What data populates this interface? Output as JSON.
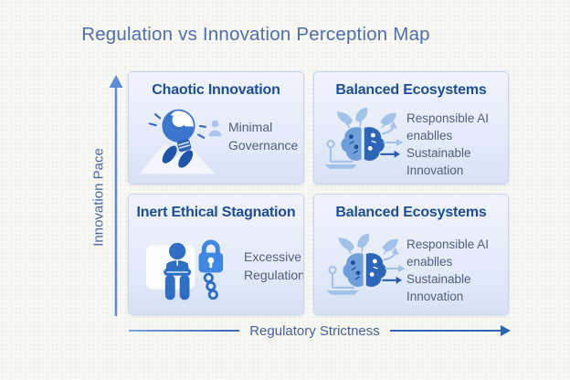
{
  "title": "Regulation vs Innovation Perception Map",
  "axes": {
    "y_label": "Innovation Pace",
    "y_arrow": "up-arrow-icon",
    "x_label": "Regulatory Strictness",
    "x_arrow": "right-arrow-icon"
  },
  "quadrants": [
    {
      "position": "top-left",
      "heading": "Chaotic Innovation",
      "icon": "rocket-lightbulb-icon",
      "caption_icon": "person-icon",
      "caption": "Minimal\nGovernance"
    },
    {
      "position": "top-right",
      "heading": "Balanced Ecosystems",
      "icon": "ai-brain-icon",
      "caption": "Responsible AI\nenablles\nSustainable\nInnovation"
    },
    {
      "position": "bottom-left",
      "heading": "Inert Ethical Stagnation",
      "icon": "locked-person-icon",
      "caption": "Excessive\nRegulation"
    },
    {
      "position": "bottom-right",
      "heading": "Balanced Ecosystems",
      "icon": "ai-brain-icon",
      "caption": "Responsible AI\nenablles\nSustainable\nInnovation"
    }
  ],
  "colors": {
    "background": "#f7f7f4",
    "title_text": "#4f6fa8",
    "heading_text": "#1d4e95",
    "body_text": "#4e6080",
    "axis_blue": "#2f63b4",
    "card_border": "#c8d7f0",
    "card_bg_top": "#eff3fc",
    "card_bg_bottom": "#d6e2f4",
    "icon_primary_blue": "#2e6fc4",
    "icon_light_blue": "#a3c2ea",
    "lock_blue": "#3f87e0"
  }
}
